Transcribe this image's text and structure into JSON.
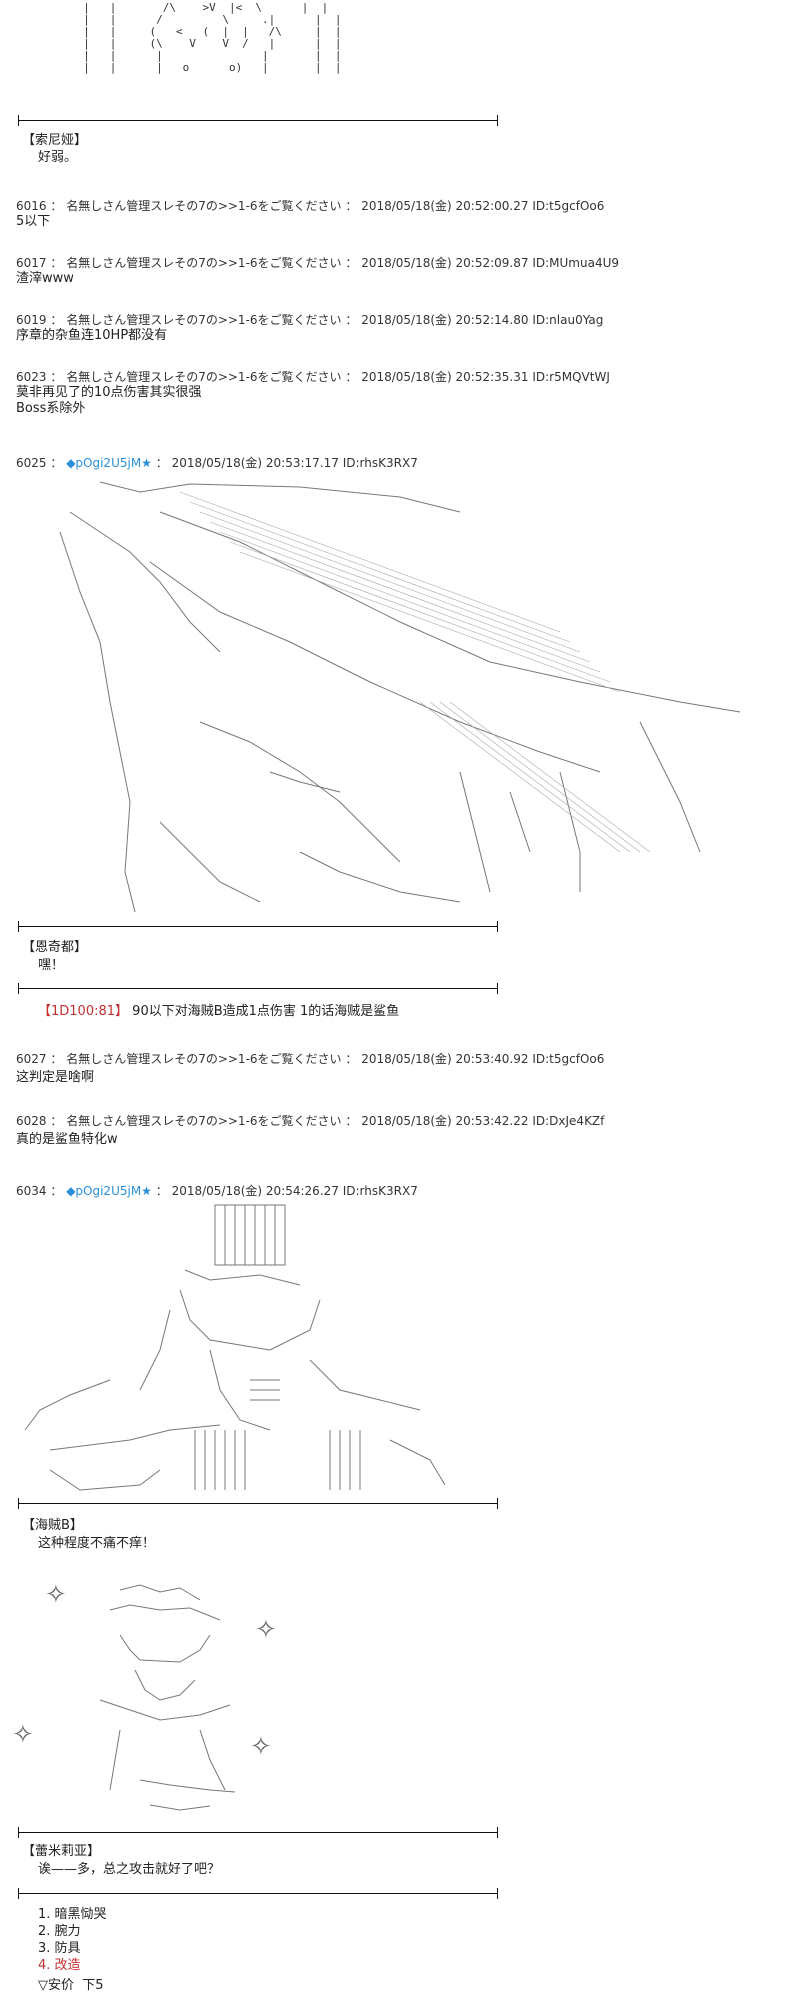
{
  "top_art": "  |   |       /\\    >V  |<  \\      |  |\n  |   |      /         \\     .|      |  |\n  |   |     (   <   (  |  |   /\\     |  |\n  |   |     (\\    V    V  /   |      |  |\n  |   |      |               |       |  |\n  |   |      |   o      o)   |       |  |",
  "blocks": [
    {
      "speaker": "【索尼娅】",
      "line": "好弱。"
    }
  ],
  "posts": [
    {
      "no": "6016",
      "name": "名無しさん管理スレその7の>>1-6をご覧ください",
      "date": "2018/05/18(金) 20:52:00.27",
      "id": "ID:t5gcfOo6",
      "body": "5以下"
    },
    {
      "no": "6017",
      "name": "名無しさん管理スレその7の>>1-6をご覧ください",
      "date": "2018/05/18(金) 20:52:09.87",
      "id": "ID:MUmua4U9",
      "body": "渣滓www"
    },
    {
      "no": "6019",
      "name": "名無しさん管理スレその7の>>1-6をご覧ください",
      "date": "2018/05/18(金) 20:52:14.80",
      "id": "ID:nlau0Yag",
      "body": "序章的杂鱼连10HP都没有"
    },
    {
      "no": "6023",
      "name": "名無しさん管理スレその7の>>1-6をご覧ください",
      "date": "2018/05/18(金) 20:52:35.31",
      "id": "ID:r5MQVtWJ",
      "body": "莫非再见了的10点伤害其实很强\nBoss系除外"
    }
  ],
  "post6025": {
    "no": "6025",
    "trip": "◆pOgi2U5jM",
    "star": "★",
    "date": "2018/05/18(金) 20:53:17.17",
    "id": "ID:rhsK3RX7"
  },
  "speaker2": {
    "name": "【恩奇都】",
    "line": "嘿！"
  },
  "dice": {
    "roll": "【1D100:81】",
    "text": "90以下对海贼B造成1点伤害 1的话海贼是鲨鱼"
  },
  "posts2": [
    {
      "no": "6027",
      "name": "名無しさん管理スレその7の>>1-6をご覧ください",
      "date": "2018/05/18(金) 20:53:40.92",
      "id": "ID:t5gcfOo6",
      "body": "这判定是啥啊"
    },
    {
      "no": "6028",
      "name": "名無しさん管理スレその7の>>1-6をご覧ください",
      "date": "2018/05/18(金) 20:53:42.22",
      "id": "ID:DxJe4KZf",
      "body": "真的是鲨鱼特化w"
    }
  ],
  "post6034": {
    "no": "6034",
    "trip": "◆pOgi2U5jM",
    "star": "★",
    "date": "2018/05/18(金) 20:54:26.27",
    "id": "ID:rhsK3RX7"
  },
  "speaker3": {
    "name": "【海贼B】",
    "line": "这种程度不痛不痒！"
  },
  "speaker4": {
    "name": "【蕾米莉亚】",
    "line": "诶——多，总之攻击就好了吧？"
  },
  "options": [
    "1. 暗黑恸哭",
    "2. 腕力",
    "3. 防具",
    "4. 改造"
  ],
  "vote": "▽安价  下5",
  "colors": {
    "link": "#2a8fd8",
    "selected": "#c43030",
    "rule": "#111111"
  }
}
